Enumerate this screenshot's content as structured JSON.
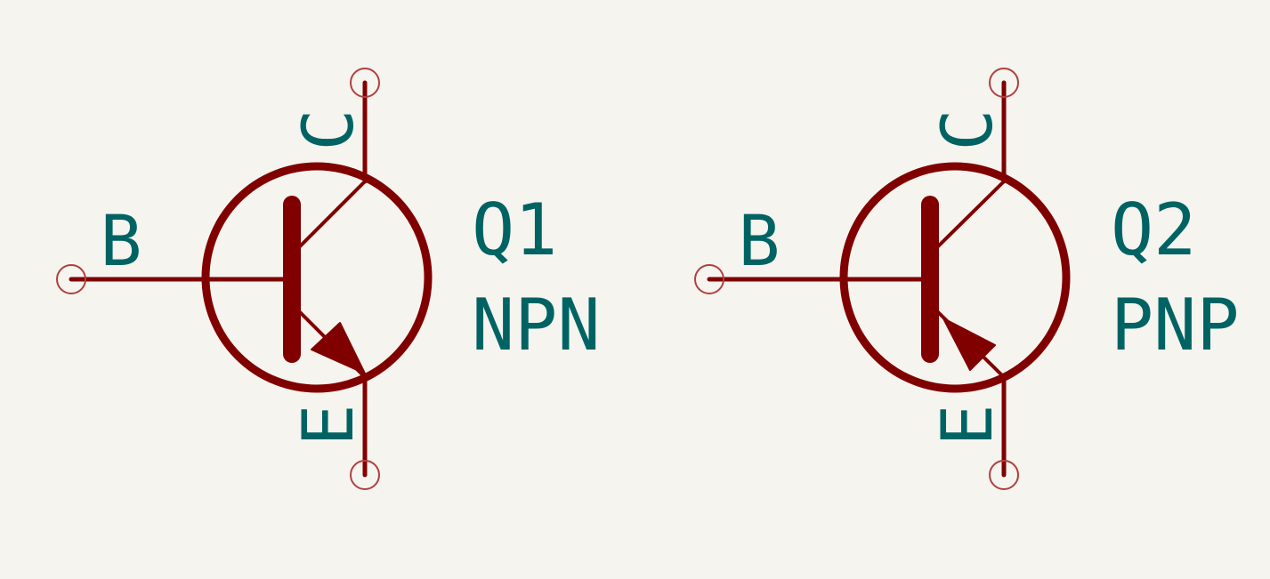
{
  "colors": {
    "background": "#f5f4ef",
    "symbol": "#800000",
    "pin_marker": "#b04040",
    "text": "#006363"
  },
  "symbols": [
    {
      "reference": "Q1",
      "value": "NPN",
      "pins": {
        "base": "B",
        "collector": "C",
        "emitter": "E"
      }
    },
    {
      "reference": "Q2",
      "value": "PNP",
      "pins": {
        "base": "B",
        "collector": "C",
        "emitter": "E"
      }
    }
  ]
}
